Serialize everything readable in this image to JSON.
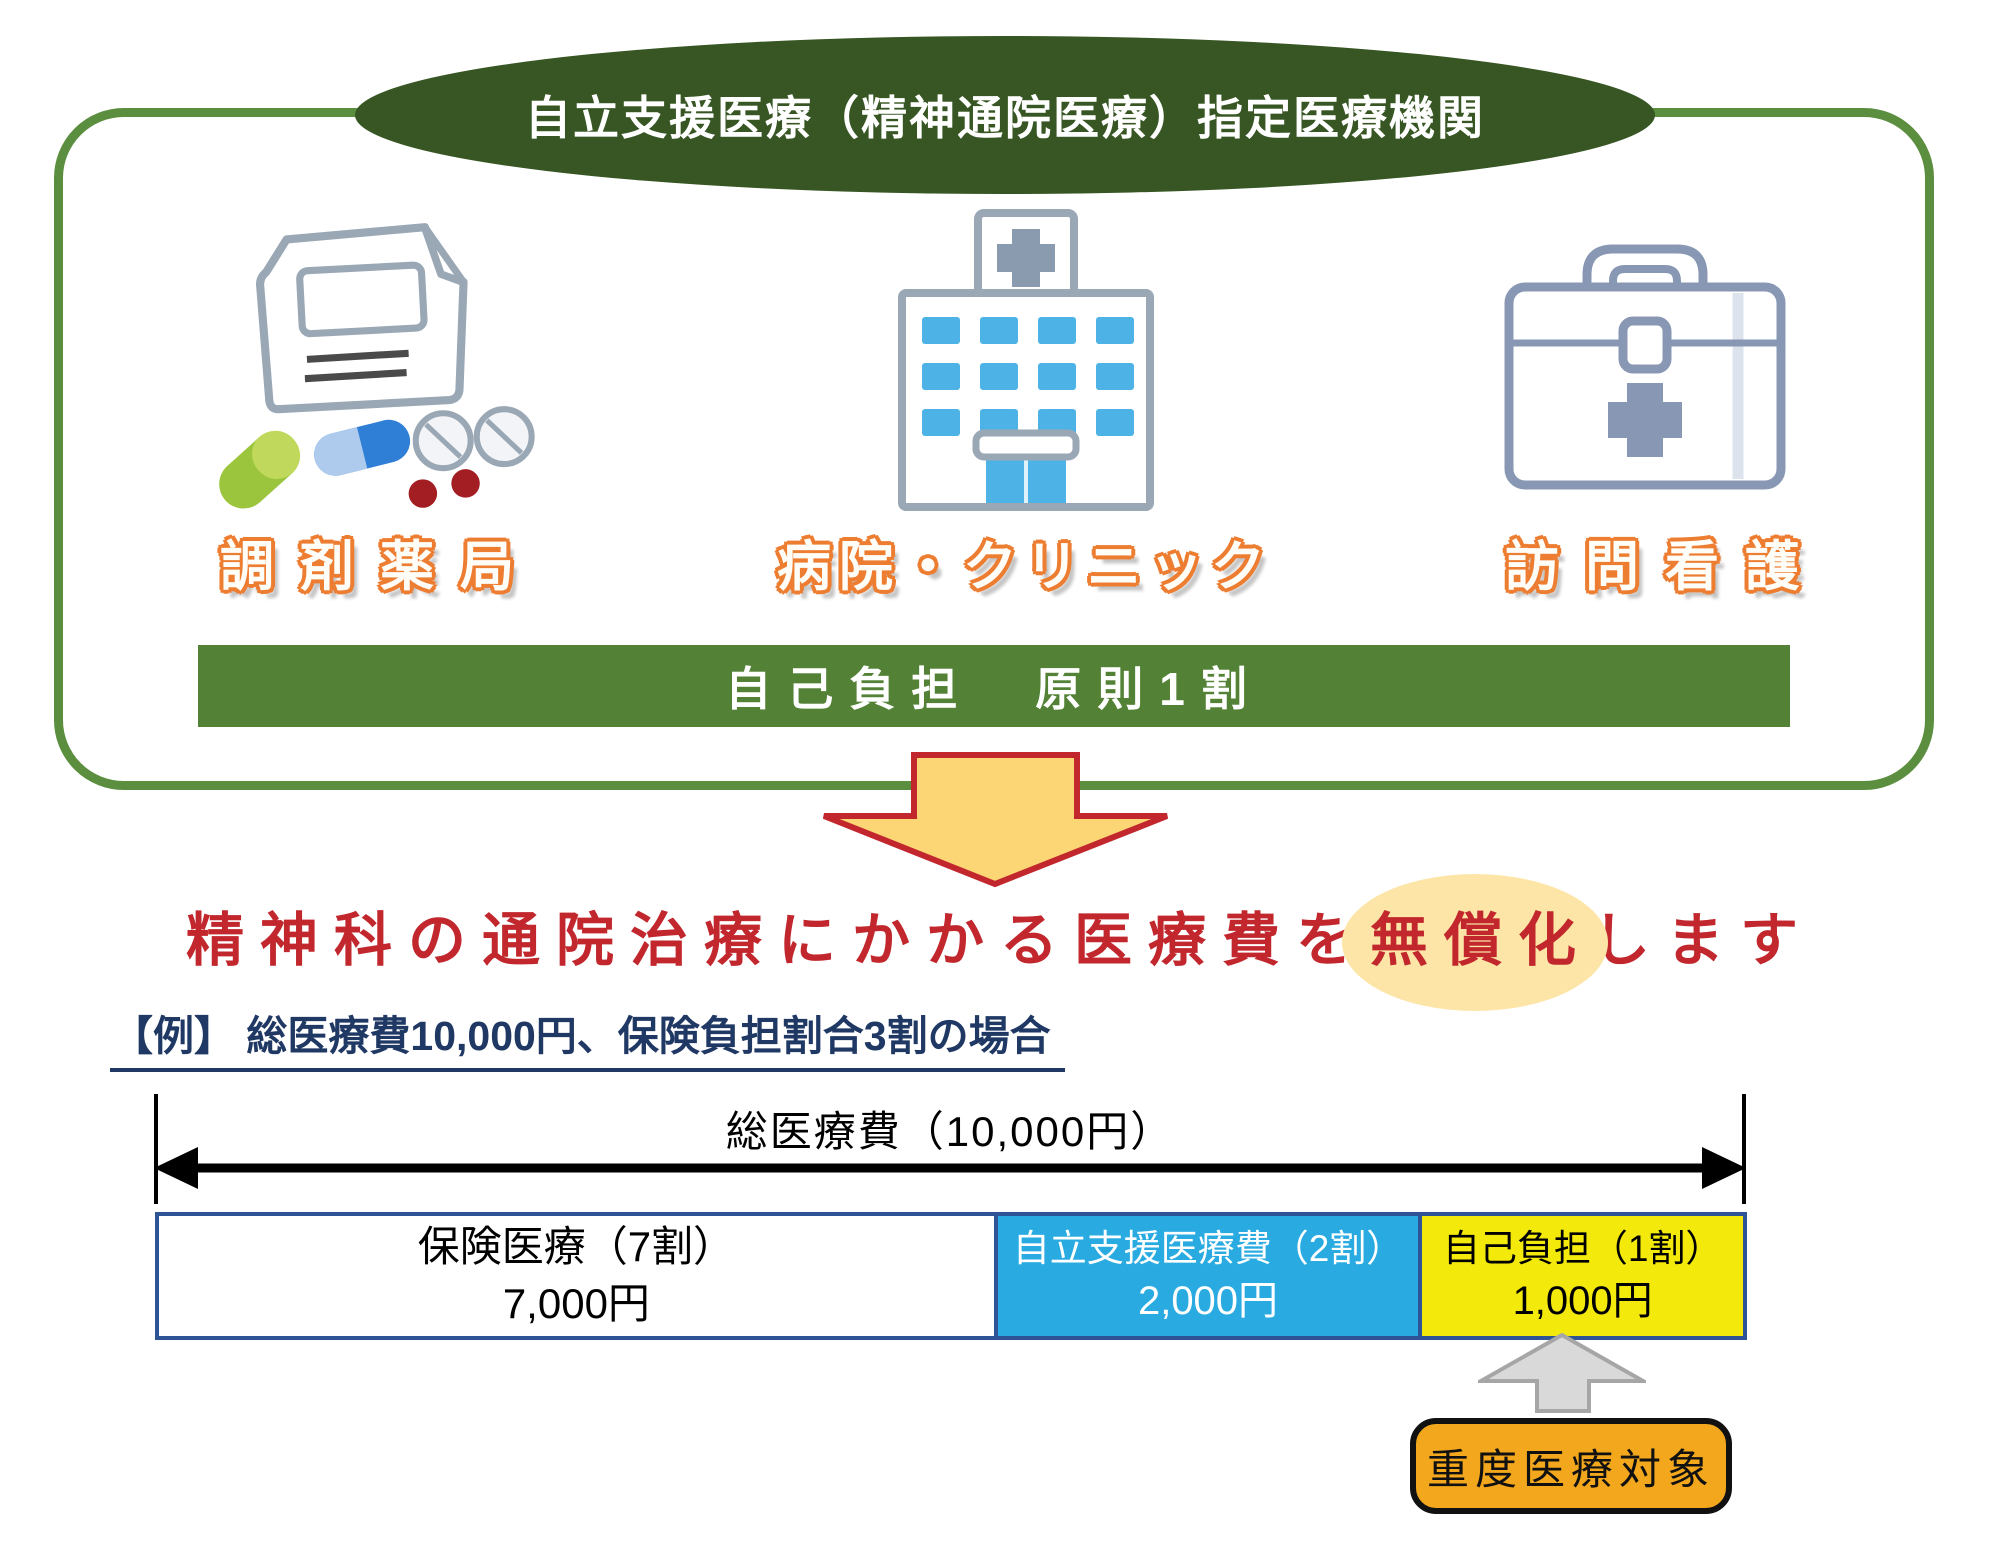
{
  "title_badge": {
    "text": "自立支援医療（精神通院医療）指定医療機関",
    "bg_color": "#375623",
    "text_color": "#ffffff"
  },
  "facilities": {
    "items": [
      {
        "label": "調剤薬局",
        "icon": "pharmacy-bag-icon"
      },
      {
        "label": "病院・クリニック",
        "icon": "hospital-icon"
      },
      {
        "label": "訪問看護",
        "icon": "first-aid-kit-icon"
      }
    ],
    "copay_banner": "自己負担　原則1割",
    "banner_color": "#538135",
    "label_outline_color": "#ed7d31",
    "frame_color": "#5b8e3e"
  },
  "down_arrow": {
    "icon": "down-arrow-icon",
    "fill": "#fcd575",
    "border": "#c1272d"
  },
  "headline": {
    "prefix": "精神科の通院治療にかかる医療費を",
    "highlight": "無償化",
    "suffix": "します",
    "text_color": "#c1272d",
    "highlight_bg": "#fce5a6"
  },
  "example": {
    "heading": "【例】 総医療費10,000円、保険負担割合3割の場合",
    "heading_color": "#1f3864"
  },
  "chart_data": {
    "type": "bar",
    "orientation": "horizontal-stacked",
    "title": "総医療費（10,000円）",
    "total_value": 10000,
    "unit": "円",
    "segments": [
      {
        "label": "保険医療（7割）",
        "amount_label": "7,000円",
        "value": 7000,
        "share": 0.7,
        "fill": "#ffffff",
        "text_color": "#000000"
      },
      {
        "label": "自立支援医療費（2割）",
        "amount_label": "2,000円",
        "value": 2000,
        "share": 0.2,
        "fill": "#29abe2",
        "text_color": "#ffffff"
      },
      {
        "label": "自己負担（1割）",
        "amount_label": "1,000円",
        "value": 1000,
        "share": 0.1,
        "fill": "#f3ea0b",
        "text_color": "#000000"
      }
    ],
    "annotation": {
      "label": "重度医療対象",
      "points_to": "自己負担（1割）",
      "box_fill": "#f2a71c",
      "arrow_icon": "up-arrow-icon"
    },
    "border_color": "#2e5496"
  }
}
